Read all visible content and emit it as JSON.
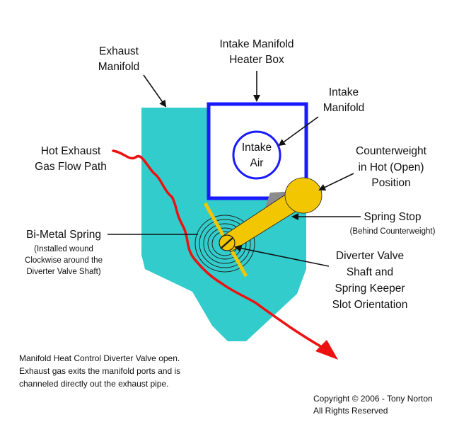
{
  "labels": {
    "exhaust_manifold": [
      "Exhaust",
      "Manifold"
    ],
    "heater_box": [
      "Intake Manifold",
      "Heater Box"
    ],
    "intake_manifold": [
      "Intake",
      "Manifold"
    ],
    "intake_air": [
      "Intake",
      "Air"
    ],
    "hot_exhaust": [
      "Hot Exhaust",
      "Gas Flow Path"
    ],
    "counterweight": [
      "Counterweight",
      "in Hot (Open)",
      "Position"
    ],
    "spring_stop": "Spring Stop",
    "spring_stop_note": "(Behind Counterweight)",
    "bimetal_spring": "Bi-Metal Spring",
    "bimetal_note": [
      "(Installed wound",
      "Clockwise around the",
      "Diverter Valve Shaft)"
    ],
    "diverter_valve": [
      "Diverter Valve",
      "Shaft and",
      "Spring Keeper",
      "Slot Orientation"
    ]
  },
  "caption": [
    "Manifold Heat Control Diverter Valve open.",
    "Exhaust gas exits the manifold ports and is",
    "channeled directly out the exhaust pipe."
  ],
  "copyright": [
    "Copyright © 2006 - Tony Norton",
    "All Rights Reserved"
  ],
  "colors": {
    "manifold": "#33cccc",
    "heater_box": "#1a1aff",
    "exhaust_path": "#ee1111",
    "counterweight": "#f2c600",
    "spring_stop": "#8c8c8c"
  }
}
